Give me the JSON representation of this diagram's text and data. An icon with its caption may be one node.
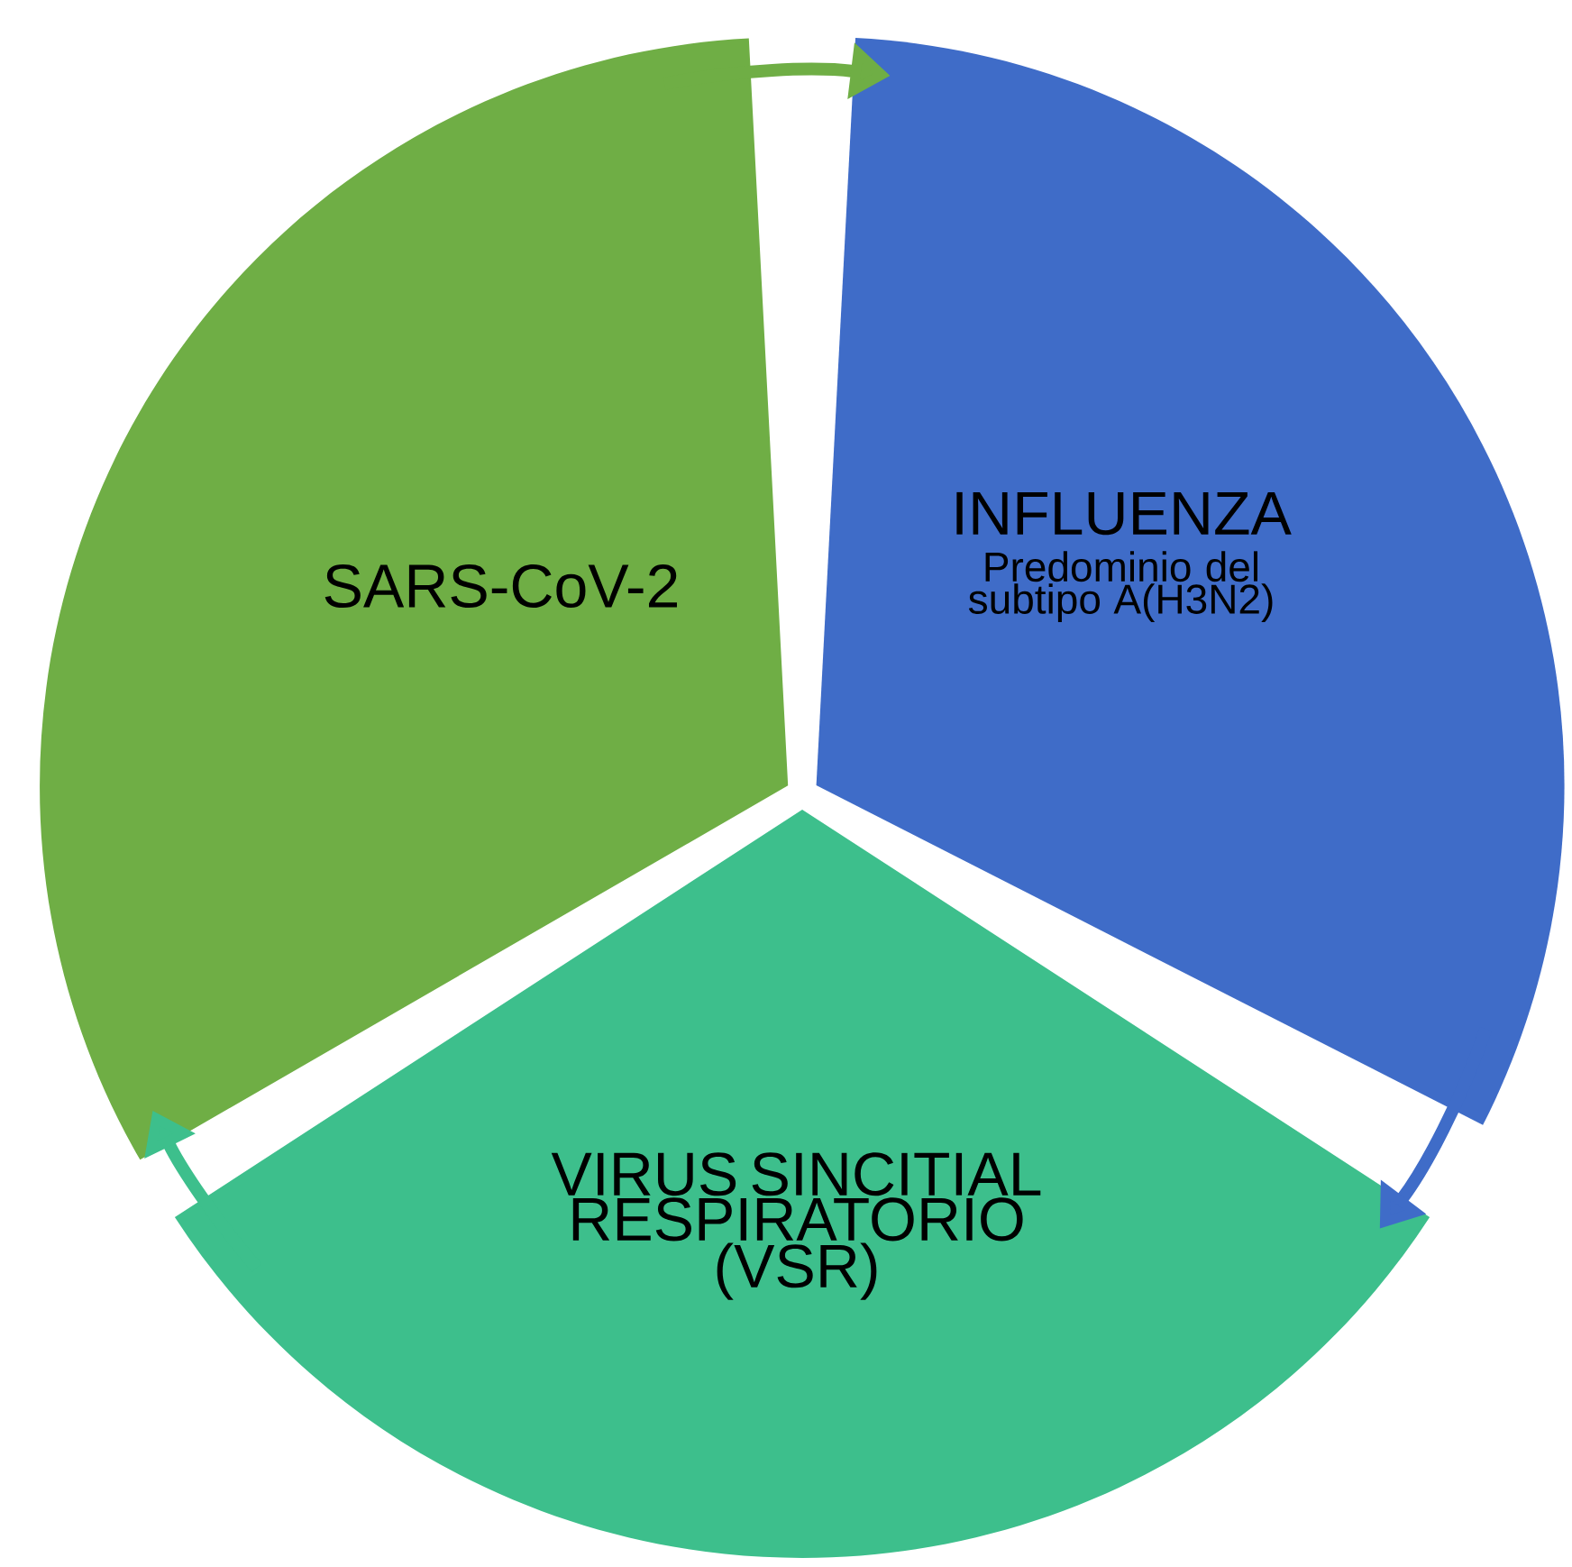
{
  "diagram": {
    "nodes": [
      {
        "text": [
          "SARS-CoV-2"
        ]
      },
      {
        "text": [
          "INFLUENZA",
          "Predominio del subtipo A(H3N2)"
        ]
      },
      {
        "text": [
          "VIRUS SINCITIAL RESPIRATORIO (VSR)"
        ]
      }
    ],
    "edges": [
      {
        "from": 0,
        "to": 1,
        "arrow": "to",
        "color": "#6fae45"
      },
      {
        "from": 1,
        "to": 2,
        "arrow": "to",
        "color": "#3f6cc8"
      },
      {
        "from": 2,
        "to": 0,
        "arrow": "to",
        "color": "#3dbf8c"
      }
    ]
  }
}
